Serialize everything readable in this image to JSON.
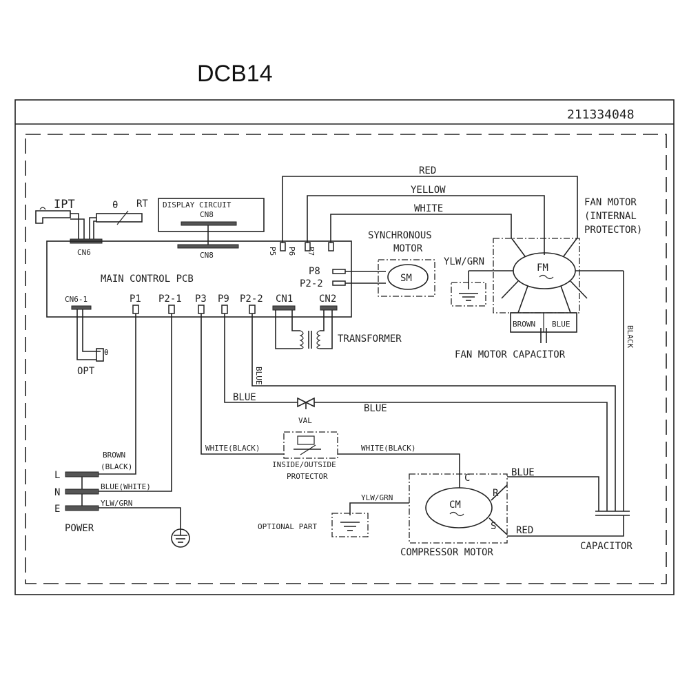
{
  "title": "DCB14",
  "part_number": "211334048",
  "components": {
    "ipt": "IPT",
    "rt_theta": "θ",
    "rt": "RT",
    "display_circuit": "DISPLAY CIRCUIT",
    "display_cn8": "CN8",
    "cn6": "CN6",
    "cn8": "CN8",
    "main_pcb": "MAIN CONTROL PCB",
    "synchronous_motor": "SYNCHRONOUS",
    "synchronous_motor_2": "MOTOR",
    "sm": "SM",
    "fan_motor": "FAN MOTOR",
    "fan_motor_2": "(INTERNAL",
    "fan_motor_3": "PROTECTOR)",
    "fm": "FM",
    "fan_capacitor": "FAN MOTOR CAPACITOR",
    "transformer": "TRANSFORMER",
    "opt": "OPT",
    "val": "VAL",
    "protector_1": "INSIDE/OUTSIDE",
    "protector_2": "PROTECTOR",
    "cm": "CM",
    "compressor_motor": "COMPRESSOR MOTOR",
    "capacitor": "CAPACITOR",
    "optional_part": "OPTIONAL PART",
    "power": "POWER",
    "c": "C",
    "r": "R",
    "s": "S"
  },
  "connectors": {
    "p5": "P5",
    "p6": "P6",
    "p7": "P7",
    "p8": "P8",
    "p2_2_right": "P2-2",
    "cn6_1": "CN6-1",
    "p1": "P1",
    "p2_1": "P2-1",
    "p3": "P3",
    "p9": "P9",
    "p2_2": "P2-2",
    "cn1": "CN1",
    "cn2": "CN2"
  },
  "power_terminals": {
    "l": "L",
    "n": "N",
    "e": "E"
  },
  "wires": {
    "red_top": "RED",
    "yellow": "YELLOW",
    "white": "WHITE",
    "ylw_grn_fan": "YLW/GRN",
    "brown_cap": "BROWN",
    "blue_cap": "BLUE",
    "black_vertical": "BLACK",
    "blue_vertical": "BLUE",
    "blue_p9": "BLUE",
    "blue_mid": "BLUE",
    "white_black_left": "WHITE(BLACK)",
    "white_black_right": "WHITE(BLACK)",
    "brown_black_1": "BROWN",
    "brown_black_2": "(BLACK)",
    "blue_white": "BLUE(WHITE)",
    "ylw_grn_power": "YLW/GRN",
    "ylw_grn_comp": "YLW/GRN",
    "blue_comp": "BLUE",
    "red_comp": "RED"
  }
}
